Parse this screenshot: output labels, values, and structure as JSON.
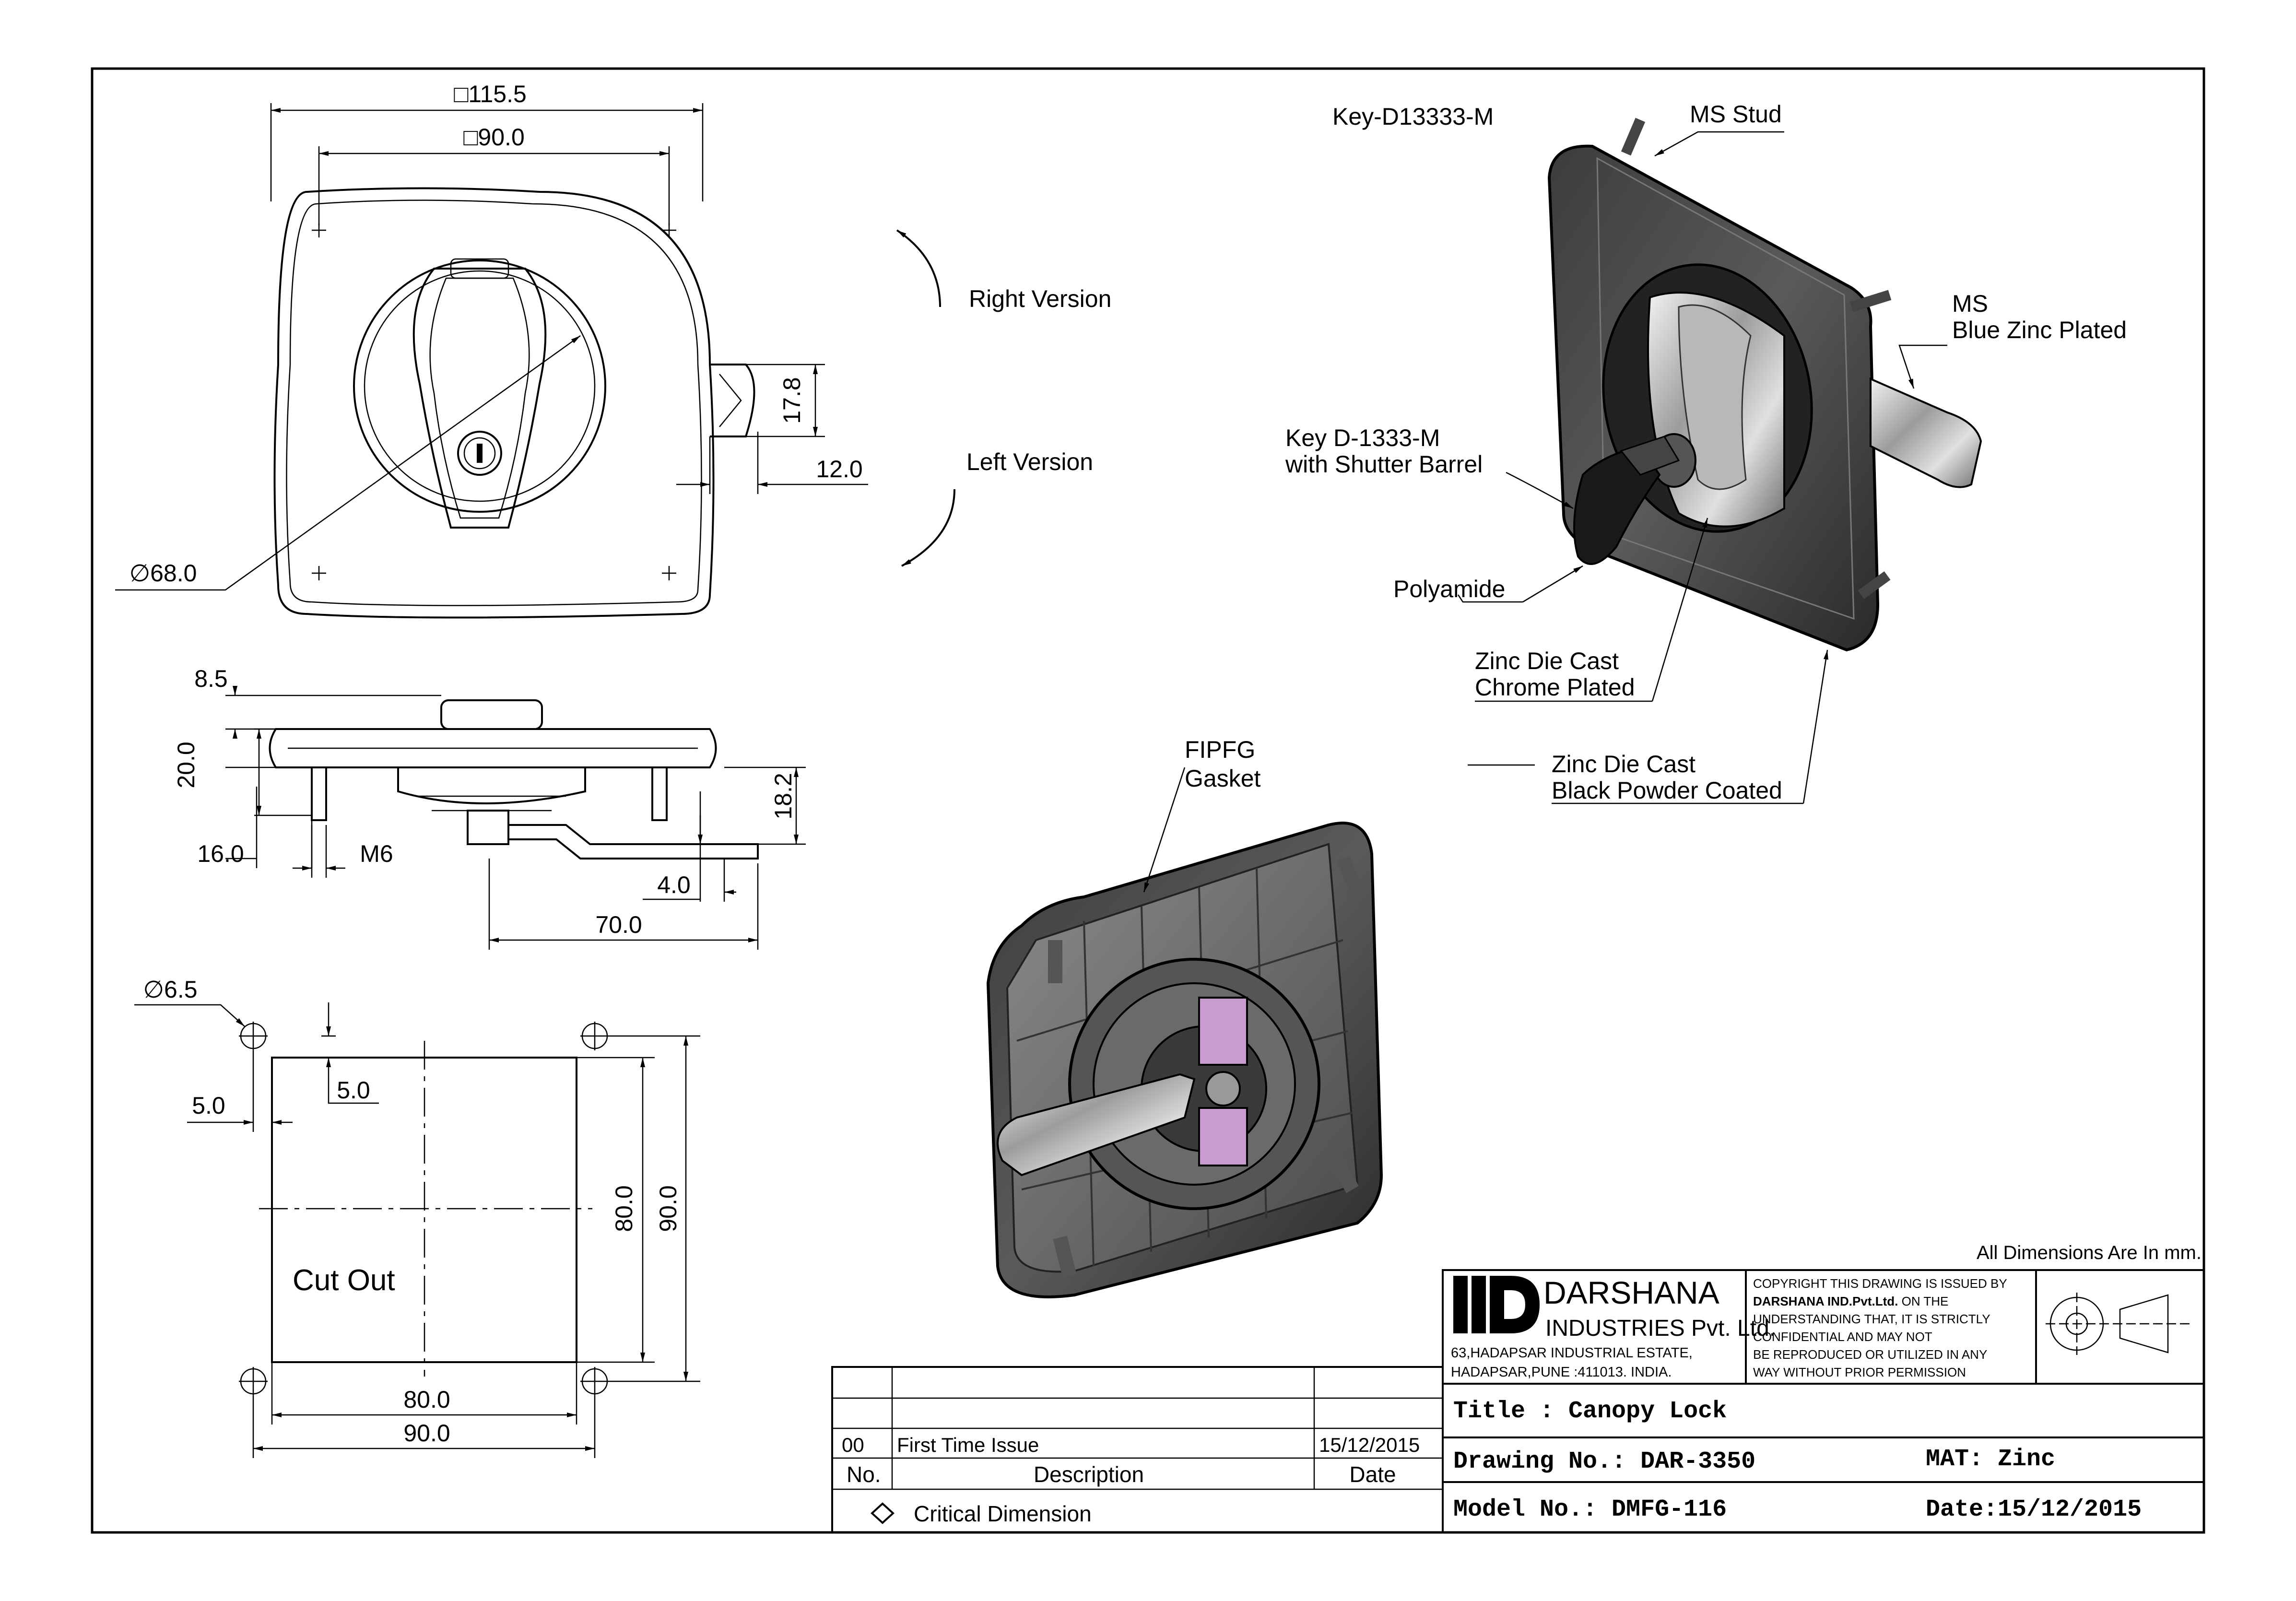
{
  "dimensions": {
    "overall_square": "□115.5",
    "hole_square": "□90.0",
    "latch_width": "17.8",
    "latch_offset": "12.0",
    "bezel_dia": "∅68.0",
    "side_knob_height": "8.5",
    "side_total_height": "20.0",
    "stud_offset": "16.0",
    "stud_thread": "M6",
    "latch_drop": "18.2",
    "latch_tip": "4.0",
    "latch_length": "70.0",
    "hole_dia": "∅6.5",
    "hole_offset_x": "5.0",
    "hole_offset_y": "5.0",
    "cutout_height": "80.0",
    "holes_height": "90.0",
    "cutout_width": "80.0",
    "holes_width": "90.0"
  },
  "labels": {
    "right_version": "Right Version",
    "left_version": "Left Version",
    "cut_out": "Cut Out",
    "key_code": "Key-D13333-M",
    "ms_stud": "MS Stud",
    "ms_plated_1": "MS",
    "ms_plated_2": "Blue Zinc Plated",
    "key_1": "Key D-1333-M",
    "key_2": "with Shutter Barrel",
    "polyamide": "Polyamide",
    "zinc_chrome_1": "Zinc Die Cast",
    "zinc_chrome_2": "Chrome Plated",
    "zinc_black_1": "Zinc Die Cast",
    "zinc_black_2": "Black Powder Coated",
    "gasket_1": "FIPFG",
    "gasket_2": "Gasket",
    "units_note": "All Dimensions Are In mm."
  },
  "title_block": {
    "company": "DARSHANA",
    "company_sub": "INDUSTRIES Pvt. Ltd.",
    "address_1": "63,HADAPSAR INDUSTRIAL ESTATE,",
    "address_2": "HADAPSAR,PUNE :411013. INDIA.",
    "copyright_1": "COPYRIGHT THIS DRAWING IS ISSUED BY",
    "copyright_2a": "DARSHANA IND.Pvt.Ltd.",
    "copyright_2b": " ON THE",
    "copyright_3": "UNDERSTANDING THAT, IT IS STRICTLY",
    "copyright_4": "CONFIDENTIAL AND MAY NOT",
    "copyright_5": "BE REPRODUCED OR UTILIZED IN ANY",
    "copyright_6": "WAY WITHOUT PRIOR PERMISSION",
    "title": "Title : Canopy Lock",
    "drawing_no": "Drawing No.: DAR-3350",
    "material": "MAT: Zinc",
    "model_no": "Model No.: DMFG-116",
    "date": "Date:15/12/2015"
  },
  "revision_table": {
    "rows": [
      {
        "no": "00",
        "description": "First Time Issue",
        "date": "15/12/2015"
      }
    ],
    "header_no": "No.",
    "header_description": "Description",
    "header_date": "Date",
    "critical_note": "Critical Dimension"
  }
}
